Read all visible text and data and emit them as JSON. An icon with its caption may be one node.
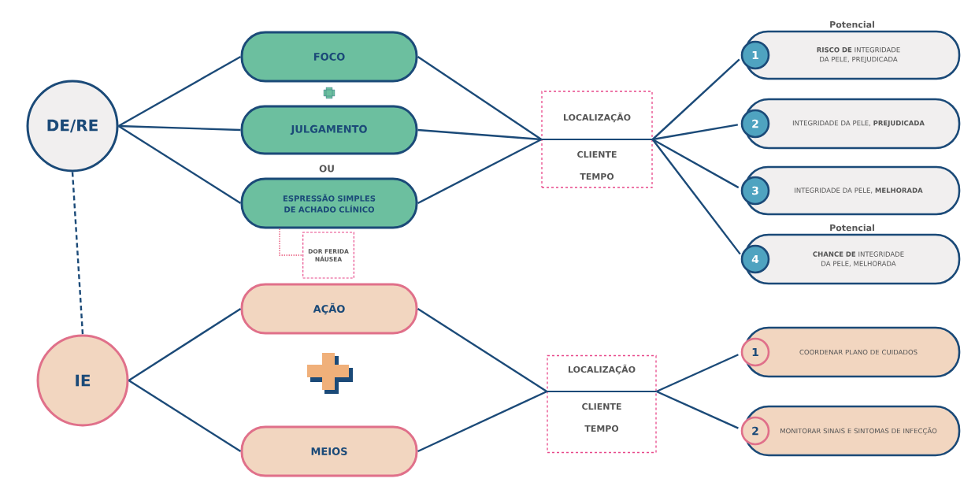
{
  "diagram": {
    "nodes": [
      {
        "text": [
          "DE/RE"
        ]
      },
      {
        "text": [
          "FOCO"
        ]
      },
      {
        "text": [
          "JULGAMENTO"
        ]
      },
      {
        "text": [
          "ESPRESSÃO SIMPLES DE ACHADO CLÍNICO"
        ]
      },
      {
        "text": [
          "DOR FERIDA NÁUSEA"
        ]
      },
      {
        "text": [
          "LOCALIZAÇÃO",
          "CLIENTE",
          "TEMPO"
        ]
      },
      {
        "text": [
          "Potencial",
          "1",
          "**RISCO DE** INTEGRIDADE DA PELE, PREJUDICADA"
        ]
      },
      {
        "text": [
          "2",
          "INTEGRIDADE DA PELE, **PREJUDICADA**"
        ]
      },
      {
        "text": [
          "3",
          "INTEGRIDADE DA PELE, **MELHORADA**"
        ]
      },
      {
        "text": [
          "Potencial",
          "4",
          "**CHANCE DE** INTEGRIDADE DA PELE, MELHORADA"
        ]
      },
      {
        "text": [
          "IE"
        ]
      },
      {
        "text": [
          "AÇÃO"
        ]
      },
      {
        "text": [
          "MEIOS"
        ]
      },
      {
        "text": [
          "LOCALIZAÇÃO",
          "CLIENTE",
          "TEMPO"
        ]
      },
      {
        "text": [
          "1",
          "COORDENAR PLANO DE CUIDADOS"
        ]
      },
      {
        "text": [
          "2",
          "MONITORAR SINAIS E SINTOMAS DE INFECÇÃO"
        ]
      }
    ],
    "edges": [
      {
        "from": 0,
        "to": 1,
        "arrow": "none"
      },
      {
        "from": 0,
        "to": 2,
        "arrow": "none"
      },
      {
        "from": 0,
        "to": 3,
        "arrow": "none"
      },
      {
        "from": 1,
        "to": 5,
        "arrow": "none"
      },
      {
        "from": 2,
        "to": 5,
        "arrow": "none"
      },
      {
        "from": 3,
        "to": 5,
        "arrow": "none"
      },
      {
        "from": 3,
        "to": 4,
        "arrow": "none",
        "style": "dashed",
        "color": "#e8567a"
      },
      {
        "from": 5,
        "to": 6,
        "arrow": "none"
      },
      {
        "from": 5,
        "to": 7,
        "arrow": "none"
      },
      {
        "from": 5,
        "to": 8,
        "arrow": "none"
      },
      {
        "from": 5,
        "to": 9,
        "arrow": "none"
      },
      {
        "from": 0,
        "to": 10,
        "arrow": "none",
        "style": "dashed"
      },
      {
        "from": 10,
        "to": 11,
        "arrow": "none"
      },
      {
        "from": 10,
        "to": 12,
        "arrow": "none"
      },
      {
        "from": 11,
        "to": 13,
        "arrow": "none"
      },
      {
        "from": 12,
        "to": 13,
        "arrow": "none"
      },
      {
        "from": 13,
        "to": 14,
        "arrow": "none"
      },
      {
        "from": 13,
        "to": 15,
        "arrow": "none"
      }
    ],
    "labels": [
      "OU"
    ]
  }
}
